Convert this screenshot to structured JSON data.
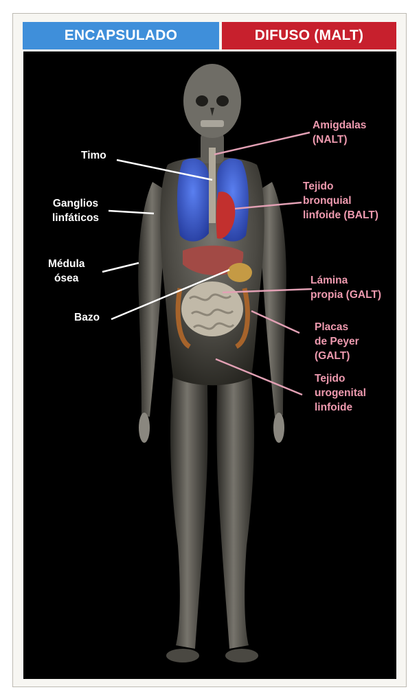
{
  "header": {
    "left_title": "ENCAPSULADO",
    "right_title": "DIFUSO (MALT)",
    "left_color": "#3f8fda",
    "right_color": "#c7202d"
  },
  "labels": {
    "encapsulated": {
      "timo": "Timo",
      "ganglios": "Ganglios\nlinfáticos",
      "medula": "Médula\nósea",
      "bazo": "Bazo"
    },
    "diffuse": {
      "amigdalas": "Amigdalas\n(NALT)",
      "tejido_bronquial": "Tejido\nbronquial\nlinfoide (BALT)",
      "lamina_propia": "Lámina\npropia (GALT)",
      "placas_peyer": "Placas\nde Peyer\n(GALT)",
      "tejido_urogenital": "Tejido\nurogenital\nlinfoide"
    }
  },
  "colors": {
    "encapsulated_text": "#ffffff",
    "diffuse_text": "#ee9aaf",
    "background": "#000000"
  }
}
